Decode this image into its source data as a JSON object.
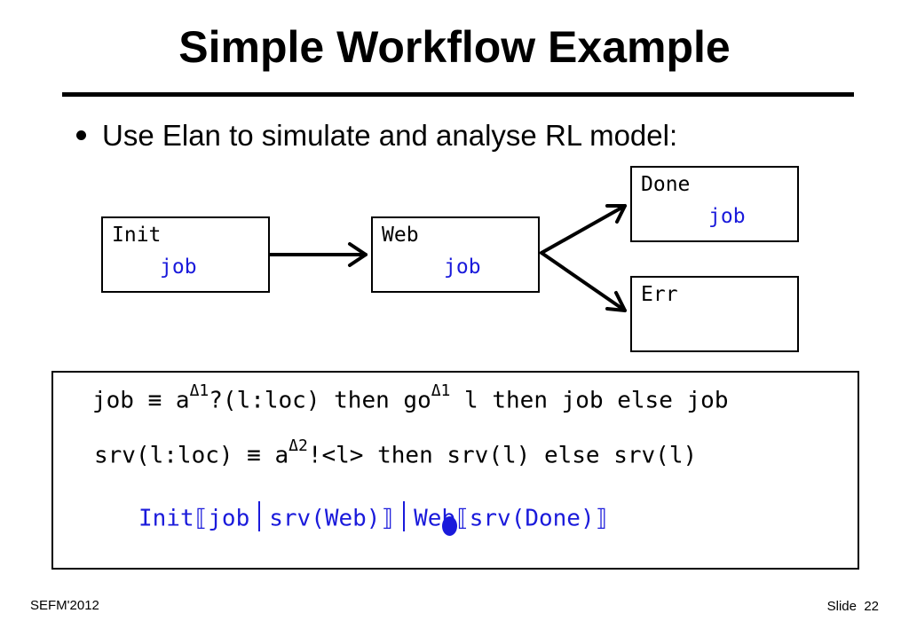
{
  "slide": {
    "title": "Simple Workflow Example",
    "bullet": "Use Elan to simulate and analyse RL model:",
    "footer_left": "SEFM'2012",
    "footer_slide_label": "Slide",
    "footer_slide_number": "22"
  },
  "diagram": {
    "states": [
      {
        "name": "Init",
        "process": "job"
      },
      {
        "name": "Web",
        "process": "job"
      },
      {
        "name": "Done",
        "process": "job"
      },
      {
        "name": "Err",
        "process": ""
      }
    ]
  },
  "code": {
    "line1": {
      "pre": "job ≡ a",
      "sup1": "Δ1",
      "mid": "?(l:loc) then go",
      "sup2": "Δ1",
      "post": " l then job else job"
    },
    "line2": {
      "pre": "srv(l:loc) ≡ a",
      "sup": "Δ2",
      "post": "!<l> then srv(l) else srv(l)"
    },
    "line3": {
      "part1": "Init⟦job",
      "part2": "srv(Web)⟧",
      "part3": "Web⟦srv(Done)⟧"
    }
  },
  "colors": {
    "process_text": "#1a1adb",
    "text": "#000000"
  }
}
